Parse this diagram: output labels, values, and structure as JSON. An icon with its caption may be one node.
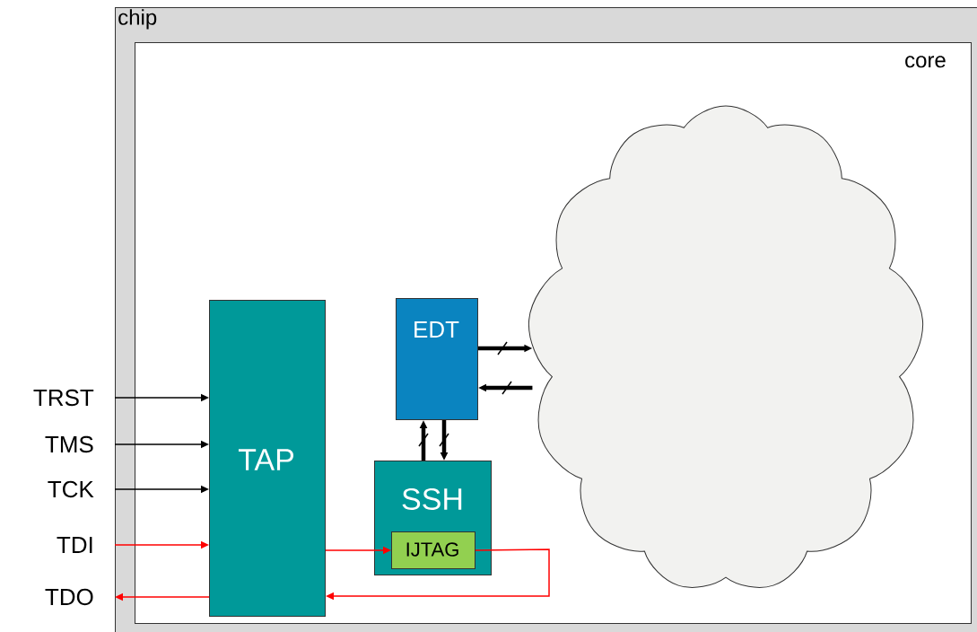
{
  "diagram": {
    "nodes": [
      {
        "text": [
          "chip"
        ]
      },
      {
        "text": [
          "core"
        ],
        "in": 0
      },
      {
        "text": [
          "TAP"
        ],
        "in": 1
      },
      {
        "text": [
          "EDT"
        ],
        "in": 1
      },
      {
        "text": [
          "SSH"
        ],
        "in": 1
      },
      {
        "text": [
          "IJTAG"
        ],
        "in": 4
      },
      {
        "text": [],
        "shape": "cloud",
        "in": 1
      },
      {
        "text": [
          "TRST"
        ]
      },
      {
        "text": [
          "TMS"
        ]
      },
      {
        "text": [
          "TCK"
        ]
      },
      {
        "text": [
          "TDI"
        ]
      },
      {
        "text": [
          "TDO"
        ]
      }
    ],
    "edges": [
      {
        "from": 7,
        "to": 2,
        "arrow": "to"
      },
      {
        "from": 8,
        "to": 2,
        "arrow": "to"
      },
      {
        "from": 9,
        "to": 2,
        "arrow": "to"
      },
      {
        "from": 10,
        "to": 2,
        "arrow": "to",
        "color": "#ff0000"
      },
      {
        "from": 2,
        "to": 11,
        "arrow": "to",
        "color": "#ff0000"
      },
      {
        "from": 2,
        "to": 5,
        "arrow": "to",
        "color": "#ff0000"
      },
      {
        "from": 5,
        "to": 2,
        "arrow": "to",
        "color": "#ff0000"
      },
      {
        "from": 3,
        "to": 6,
        "arrow": "to",
        "style": "thick"
      },
      {
        "from": 6,
        "to": 3,
        "arrow": "to",
        "style": "thick"
      },
      {
        "from": 4,
        "to": 3,
        "arrow": "to",
        "style": "thick"
      },
      {
        "from": 3,
        "to": 4,
        "arrow": "to",
        "style": "thick"
      }
    ]
  }
}
